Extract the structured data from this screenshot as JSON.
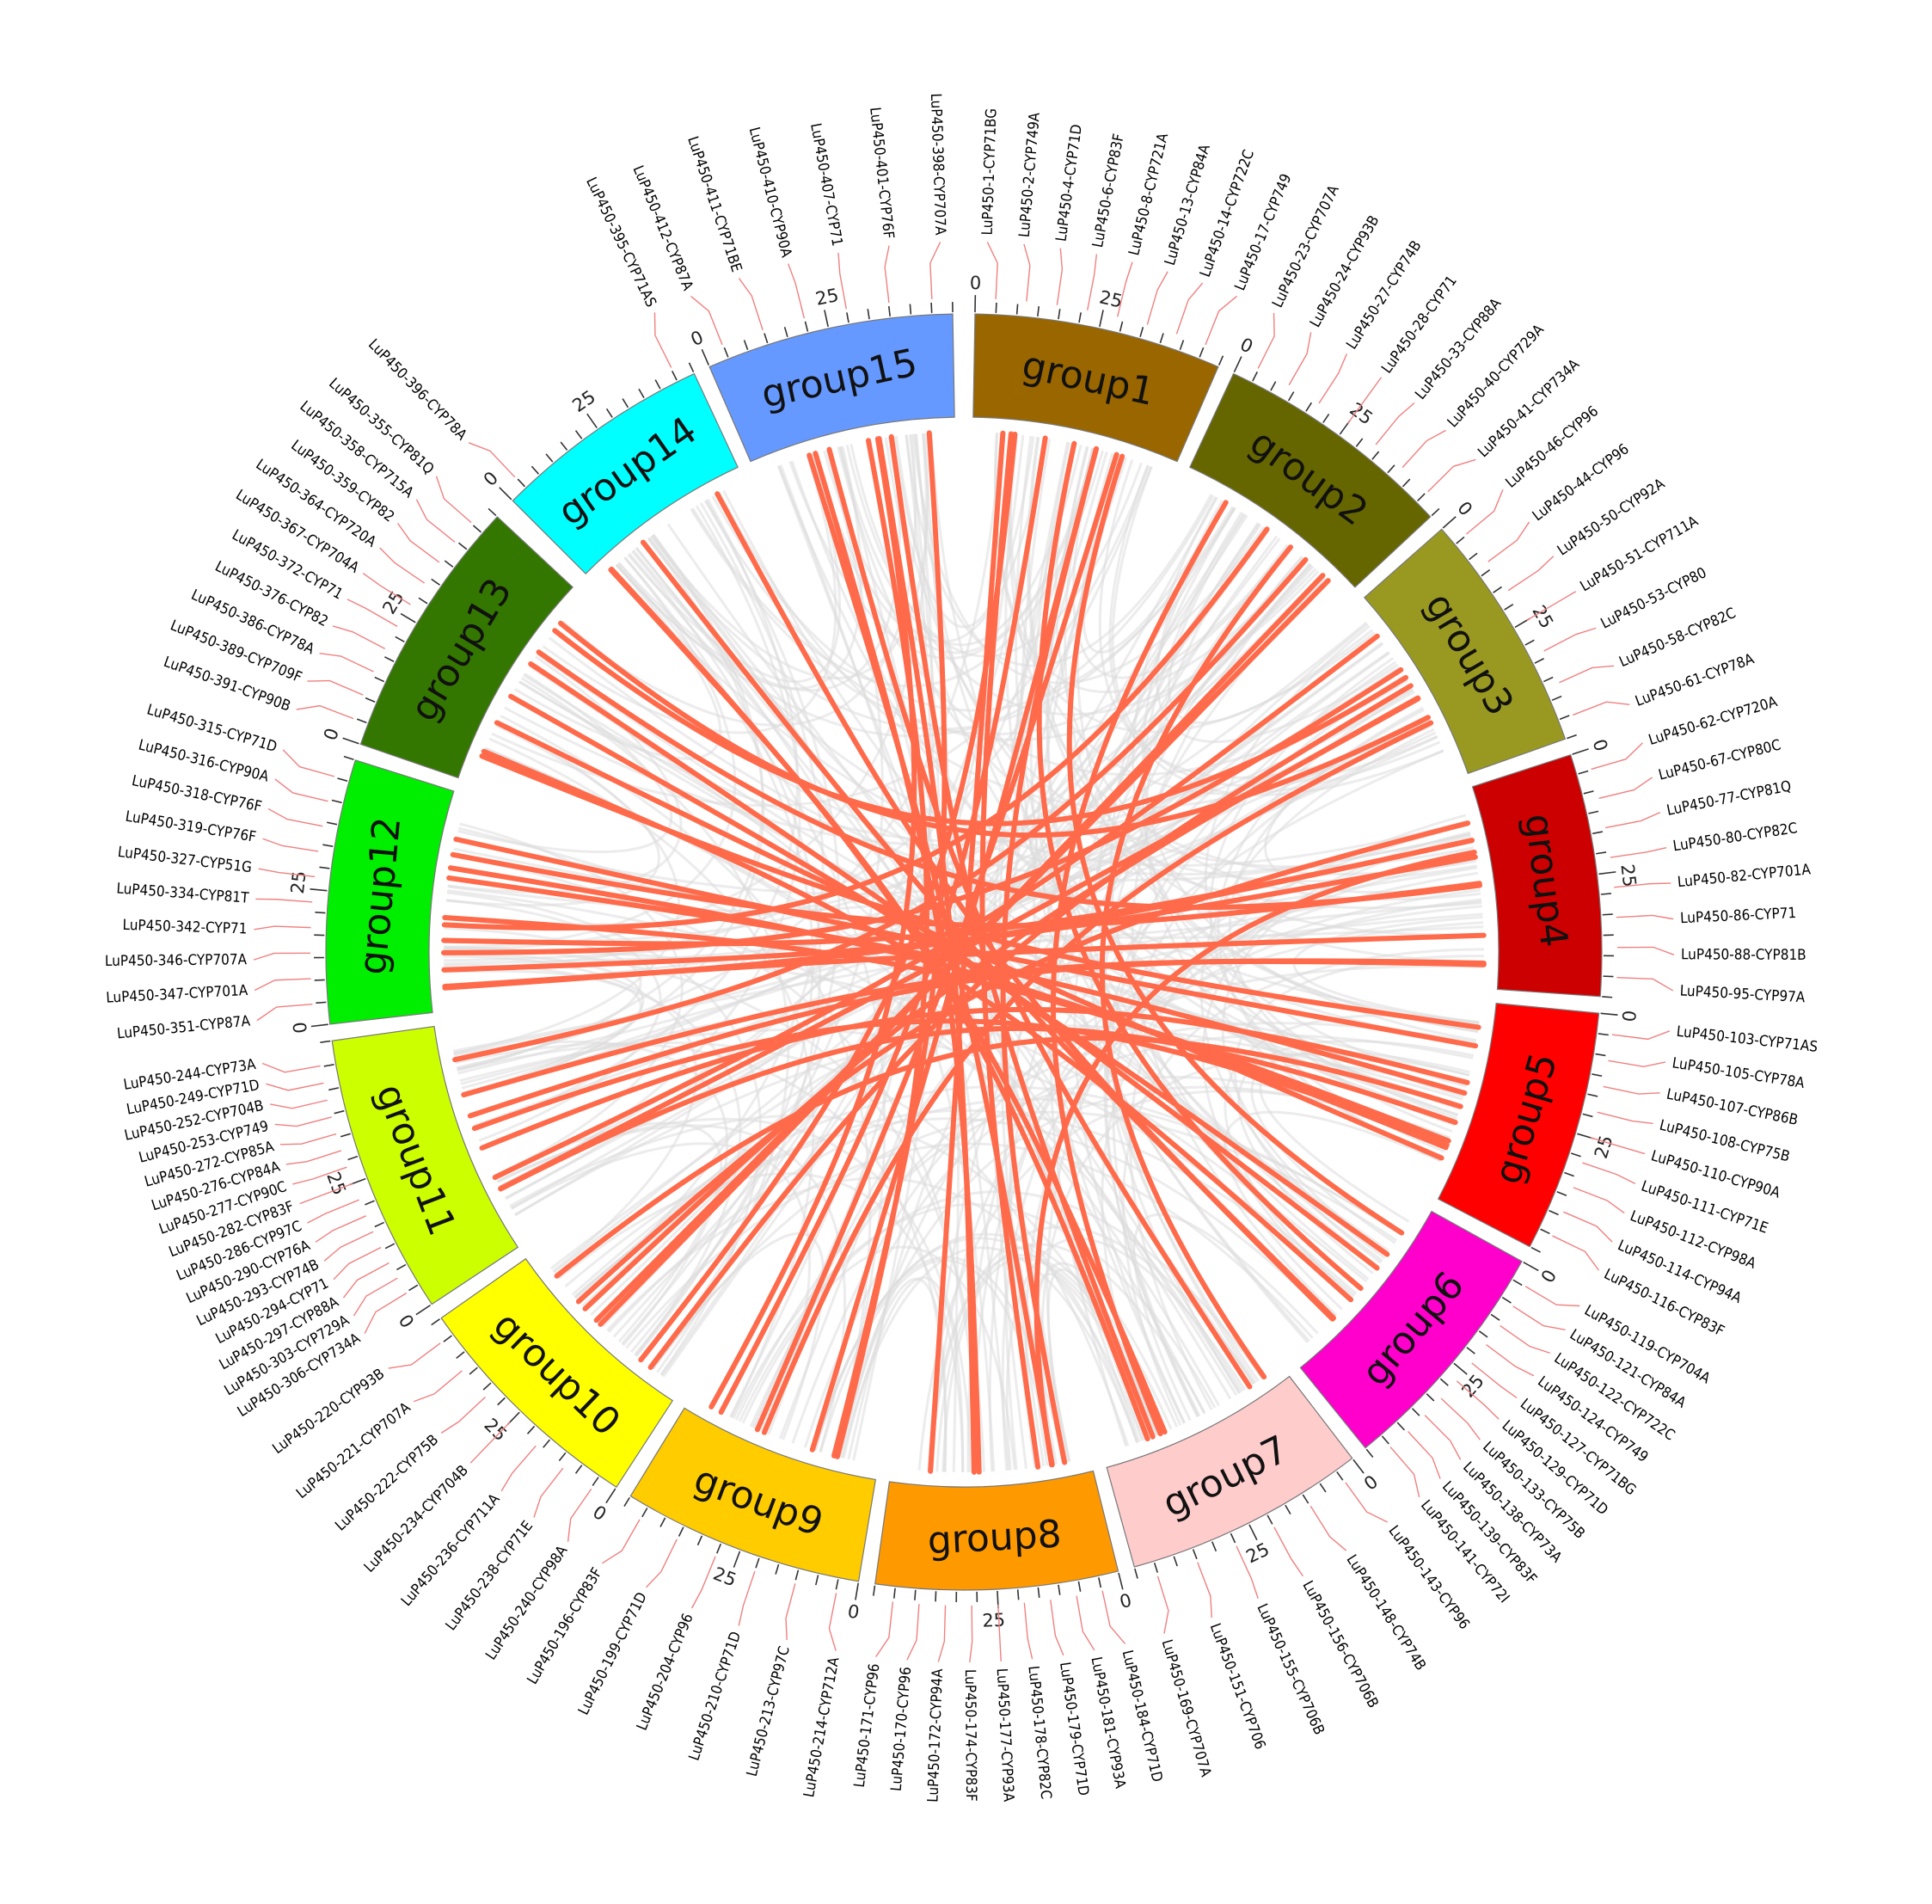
{
  "diagram": {
    "tick_labels": [
      "0",
      "25"
    ],
    "groups": [
      {
        "name": "group1",
        "color": "#996600",
        "genes": [
          "LuP450-1-CYP71BG",
          "LuP450-2-CYP749A",
          "LuP450-4-CYP71D",
          "LuP450-6-CYP83F",
          "LuP450-8-CYP721A",
          "LuP450-13-CYP84A",
          "LuP450-14-CYP722C",
          "LuP450-17-CYP749"
        ]
      },
      {
        "name": "group2",
        "color": "#666600",
        "genes": [
          "LuP450-23-CYP707A",
          "LuP450-24-CYP93B",
          "LuP450-27-CYP74B",
          "LuP450-28-CYP71",
          "LuP450-33-CYP88A",
          "LuP450-40-CYP729A",
          "LuP450-41-CYP734A"
        ]
      },
      {
        "name": "group3",
        "color": "#999922",
        "genes": [
          "LuP450-46-CYP96",
          "LuP450-44-CYP96",
          "LuP450-50-CYP92A",
          "LuP450-51-CYP711A",
          "LuP450-53-CYP80",
          "LuP450-58-CYP82C",
          "LuP450-61-CYP78A"
        ]
      },
      {
        "name": "group4",
        "color": "#cc0000",
        "genes": [
          "LuP450-62-CYP720A",
          "LuP450-67-CYP80C",
          "LuP450-77-CYP81Q",
          "LuP450-80-CYP82C",
          "LuP450-82-CYP701A",
          "LuP450-86-CYP71",
          "LuP450-88-CYP81B",
          "LuP450-95-CYP97A"
        ]
      },
      {
        "name": "group5",
        "color": "#ff0000",
        "genes": [
          "LuP450-103-CYP71AS",
          "LuP450-105-CYP78A",
          "LuP450-107-CYP86B",
          "LuP450-108-CYP75B",
          "LuP450-110-CYP90A",
          "LuP450-111-CYP71E",
          "LuP450-112-CYP98A",
          "LuP450-114-CYP94A",
          "LuP450-116-CYP83F"
        ]
      },
      {
        "name": "group6",
        "color": "#ff00cc",
        "genes": [
          "LuP450-119-CYP704A",
          "LuP450-121-CYP84A",
          "LuP450-122-CYP722C",
          "LuP450-124-CYP749",
          "LuP450-127-CYP71BG",
          "LuP450-129-CYP71D",
          "LuP450-133-CYP75B",
          "LuP450-138-CYP73A",
          "LuP450-139-CYP83F",
          "LuP450-141-CYP72I"
        ]
      },
      {
        "name": "group7",
        "color": "#ffcccc",
        "genes": [
          "LuP450-143-CYP96",
          "LuP450-148-CYP74B",
          "LuP450-156-CYP706B",
          "LuP450-155-CYP706B",
          "LuP450-151-CYP706",
          "LuP450-169-CYP707A"
        ]
      },
      {
        "name": "group8",
        "color": "#ff9900",
        "genes": [
          "LuP450-184-CYP71D",
          "LuP450-181-CYP93A",
          "LuP450-179-CYP71D",
          "LuP450-178-CYP82C",
          "LuP450-177-CYP93A",
          "LuP450-174-CYP83F",
          "LuP450-172-CYP94A",
          "LuP450-170-CYP96",
          "LuP450-171-CYP96"
        ]
      },
      {
        "name": "group9",
        "color": "#ffcc00",
        "genes": [
          "LuP450-214-CYP712A",
          "LuP450-213-CYP97C",
          "LuP450-210-CYP71D",
          "LuP450-204-CYP96",
          "LuP450-199-CYP71D",
          "LuP450-196-CYP83F"
        ]
      },
      {
        "name": "group10",
        "color": "#ffff00",
        "genes": [
          "LuP450-240-CYP98A",
          "LuP450-238-CYP71E",
          "LuP450-236-CYP711A",
          "LuP450-234-CYP704B",
          "LuP450-222-CYP75B",
          "LuP450-221-CYP707A",
          "LuP450-220-CYP93B"
        ]
      },
      {
        "name": "group11",
        "color": "#ccff00",
        "genes": [
          "LuP450-306-CYP734A",
          "LuP450-303-CYP729A",
          "LuP450-297-CYP88A",
          "LuP450-294-CYP71",
          "LuP450-293-CYP74B",
          "LuP450-290-CYP76A",
          "LuP450-286-CYP97C",
          "LuP450-282-CYP83F",
          "LuP450-277-CYP90C",
          "LuP450-276-CYP84A",
          "LuP450-272-CYP85A",
          "LuP450-253-CYP749",
          "LuP450-252-CYP704B",
          "LuP450-249-CYP71D",
          "LuP450-244-CYP73A"
        ]
      },
      {
        "name": "group12",
        "color": "#00ee00",
        "genes": [
          "LuP450-351-CYP87A",
          "LuP450-347-CYP701A",
          "LuP450-346-CYP707A",
          "LuP450-342-CYP71",
          "LuP450-334-CYP81T",
          "LuP450-327-CYP51G",
          "LuP450-319-CYP76F",
          "LuP450-318-CYP76F",
          "LuP450-316-CYP90A",
          "LuP450-315-CYP71D"
        ]
      },
      {
        "name": "group13",
        "color": "#337700",
        "genes": [
          "LuP450-391-CYP90B",
          "LuP450-389-CYP709F",
          "LuP450-386-CYP78A",
          "LuP450-376-CYP82",
          "LuP450-372-CYP71",
          "LuP450-367-CYP704A",
          "LuP450-364-CYP720A",
          "LuP450-359-CYP82",
          "LuP450-358-CYP715A",
          "LuP450-355-CYP81Q"
        ]
      },
      {
        "name": "group14",
        "color": "#00ffff",
        "genes": [
          "LuP450-396-CYP78A",
          "LuP450-395-CYP71AS"
        ]
      },
      {
        "name": "group15",
        "color": "#6699ff",
        "genes": [
          "LuP450-412-CYP87A",
          "LuP450-411-CYP71BE",
          "LuP450-410-CYP90A",
          "LuP450-407-CYP71",
          "LuP450-401-CYP76F",
          "LuP450-398-CYP707A"
        ]
      }
    ]
  }
}
